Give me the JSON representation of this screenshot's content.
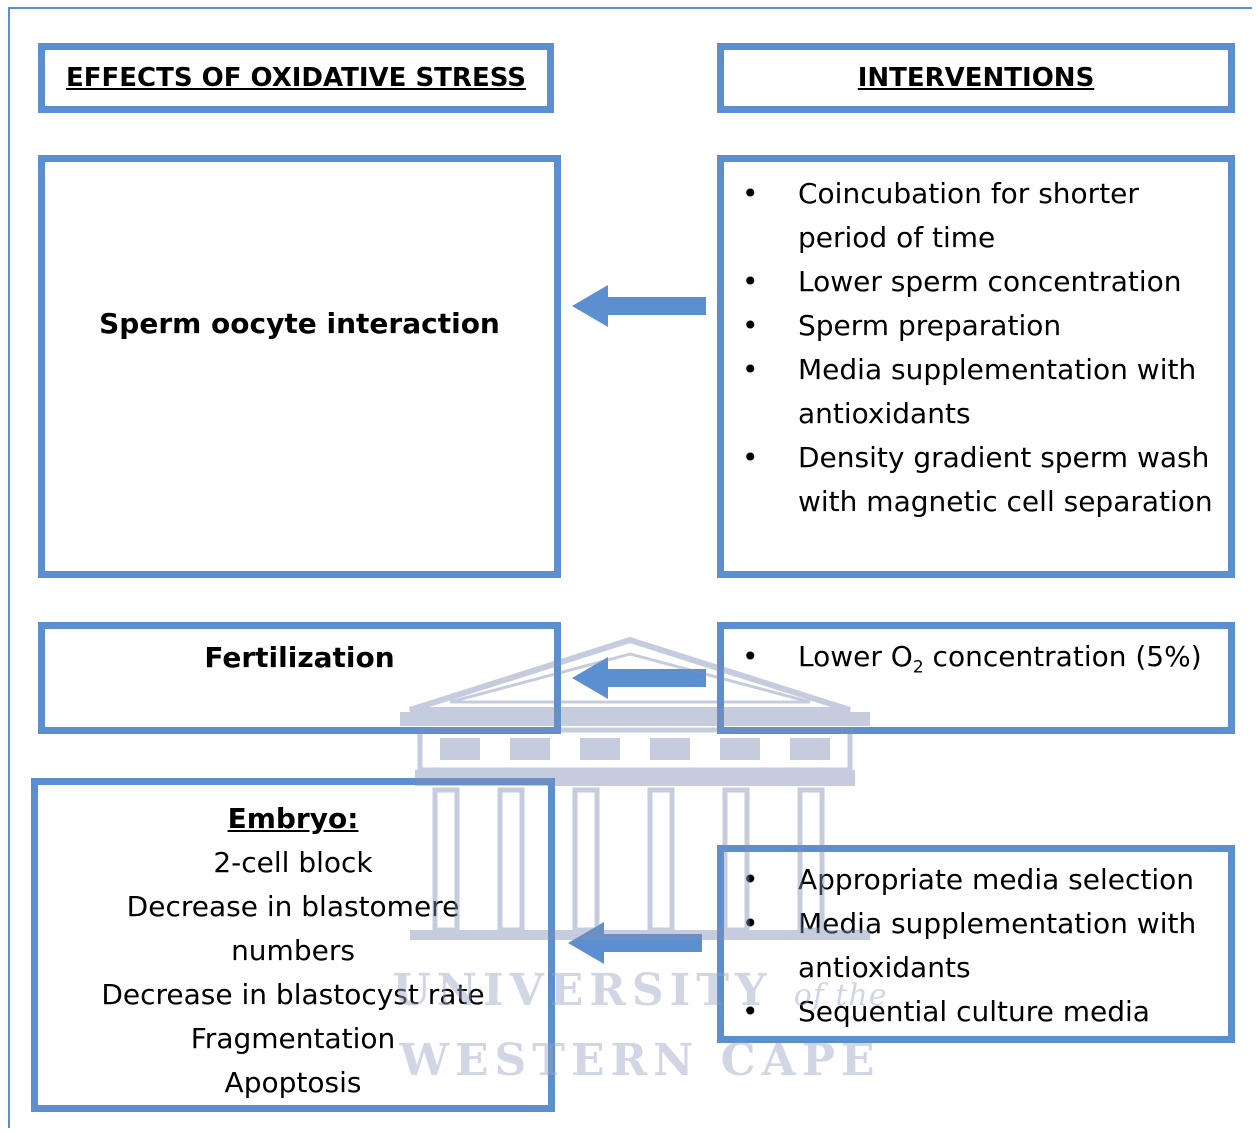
{
  "headers": {
    "effects": "EFFECTS OF OXIDATIVE STRESS",
    "interventions": "INTERVENTIONS"
  },
  "effects": {
    "sperm_oocyte": "Sperm oocyte interaction",
    "fertilization": "Fertilization",
    "embryo": {
      "title": "Embryo:",
      "lines": [
        "2-cell block",
        "Decrease in blastomere",
        "numbers",
        "Decrease in blastocyst rate",
        "Fragmentation",
        "Apoptosis"
      ]
    }
  },
  "interventions": {
    "group1": [
      "Coincubation for shorter period of time",
      "Lower sperm concentration",
      "Sperm preparation",
      "Media supplementation with antioxidants",
      "Density gradient sperm wash with magnetic cell separation"
    ],
    "group2": {
      "prefix": "Lower O",
      "subscript": "2",
      "suffix": " concentration (5%)"
    },
    "group3": [
      "Appropriate media selection",
      "Media supplementation with antioxidants",
      "Sequential culture media"
    ]
  },
  "watermark": {
    "line1": "UNIVERSITY",
    "of_the": "of the",
    "line2": "WESTERN CAPE"
  },
  "colors": {
    "border": "#5b8fcf",
    "arrow": "#5b8fcf",
    "watermark": "#9aa6c4"
  }
}
